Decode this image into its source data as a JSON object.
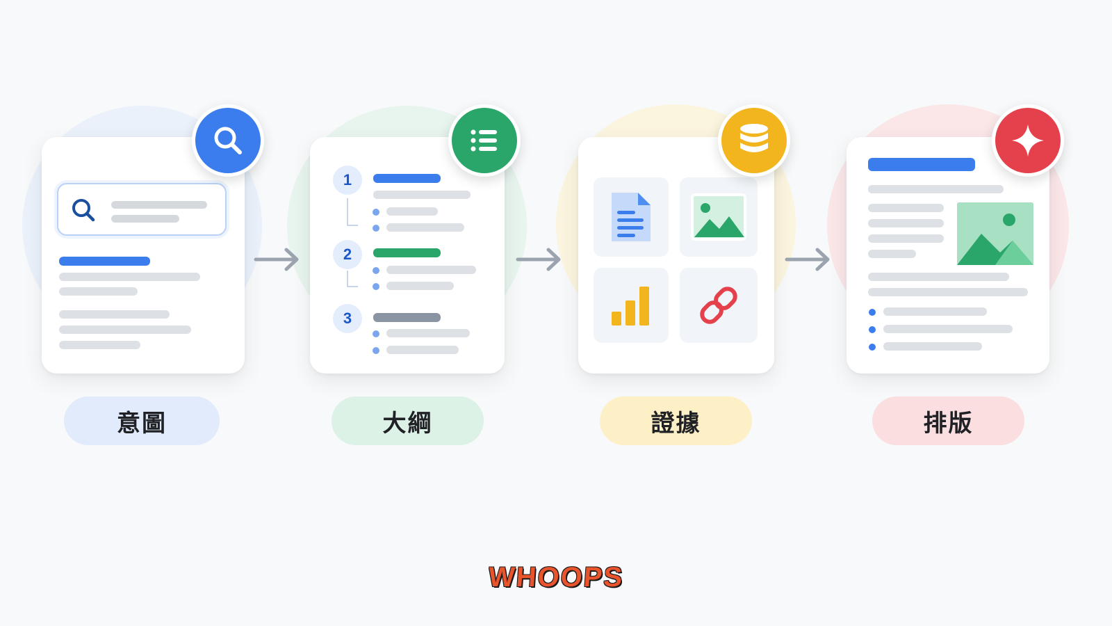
{
  "steps": [
    {
      "label": "意圖",
      "icon": "search-icon",
      "color": "#3b7ded",
      "tint": "#e4edfb"
    },
    {
      "label": "大綱",
      "icon": "list-icon",
      "color": "#2aa66b",
      "tint": "#dff3e9"
    },
    {
      "label": "證據",
      "icon": "database-icon",
      "color": "#f2b51d",
      "tint": "#fdf1cf"
    },
    {
      "label": "排版",
      "icon": "sparkle-icon",
      "color": "#e5414c",
      "tint": "#fbe1e2"
    }
  ],
  "outline_numbers": [
    "1",
    "2",
    "3"
  ],
  "watermark": "WHOOPS"
}
